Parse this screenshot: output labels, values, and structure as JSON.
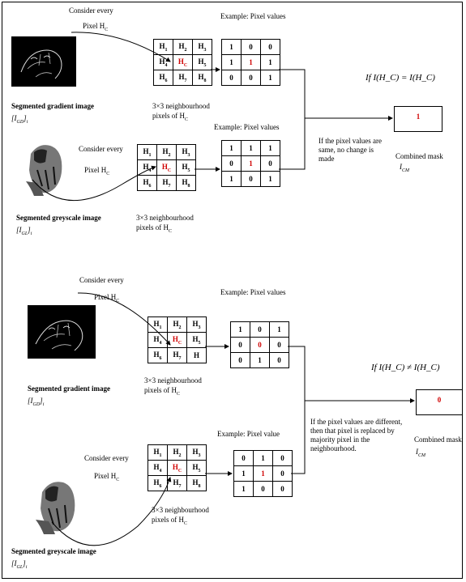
{
  "top": {
    "consider_every": "Consider every",
    "pixel_hc_1": "Pixel H",
    "pixel_hc_1_sub": "C",
    "example_1": "Example: Pixel values",
    "grad_label": "Segmented gradient image",
    "grad_sym": "[I",
    "grad_sub": "GD",
    "grad_tail": "]",
    "grad_tail_sub": "i",
    "neigh_1a": "3×3 neighbourhood",
    "neigh_1b": "pixels of H",
    "neigh_1c": "C",
    "example_2": "Example: Pixel values",
    "consider_every_2": "Consider every",
    "pixel_hc_2": "Pixel H",
    "pixel_hc_2_sub": "C",
    "grey_label": "Segmented greyscale image",
    "grey_sym": "[I",
    "grey_sub": "GL",
    "grey_tail": "]",
    "grey_tail_sub": "i",
    "neigh_2a": "3×3 neighbourhood",
    "neigh_2b": "pixels of H",
    "neigh_2c": "C",
    "rule": "If the pixel values are same, no change is made",
    "condition": "If  I(H_C) = I(H_C)",
    "combined": "Combined mask",
    "combined_sym": "I",
    "combined_sub": "CM",
    "mask_value": "1",
    "grid_a": [
      [
        "H1",
        "H2",
        "H3"
      ],
      [
        "H4",
        "HC",
        "H5"
      ],
      [
        "H6",
        "H7",
        "H8"
      ]
    ],
    "vals_a": [
      [
        "1",
        "0",
        "0"
      ],
      [
        "1",
        "1",
        "1"
      ],
      [
        "0",
        "0",
        "1"
      ]
    ],
    "grid_b": [
      [
        "H1",
        "H2",
        "H3"
      ],
      [
        "H4",
        "HC",
        "H5"
      ],
      [
        "H6",
        "H7",
        "H8"
      ]
    ],
    "vals_b": [
      [
        "1",
        "1",
        "1"
      ],
      [
        "0",
        "1",
        "0"
      ],
      [
        "1",
        "0",
        "1"
      ]
    ]
  },
  "bottom": {
    "consider_every": "Consider every",
    "pixel_hc_1": "Pixel H",
    "pixel_hc_1_sub": "C",
    "example_1": "Example: Pixel values",
    "grad_label": "Segmented gradient image",
    "grad_sym": "[I",
    "grad_sub": "GD",
    "grad_tail": "]",
    "grad_tail_sub": "i",
    "neigh_1a": "3×3 neighbourhood",
    "neigh_1b": "pixels of H",
    "neigh_1c": "C",
    "example_2": "Example: Pixel value",
    "consider_every_2": "Consider every",
    "pixel_hc_2": "Pixel H",
    "pixel_hc_2_sub": "C",
    "grey_label": "Segmented greyscale image",
    "grey_sym": "[I",
    "grey_sub": "GL",
    "grey_tail": "]",
    "grey_tail_sub": "i",
    "neigh_2a": "3×3 neighbourhood",
    "neigh_2b": "pixels of H",
    "neigh_2c": "C",
    "rule": "If the pixel values are different, then that pixel is replaced by majority pixel in the neighbourhood.",
    "condition": "If  I(H_C) ≠ I(H_C)",
    "combined": "Combined mask",
    "combined_sym": "I",
    "combined_sub": "CM",
    "mask_value": "0",
    "grid_a": [
      [
        "H1",
        "H2",
        "H3"
      ],
      [
        "H4",
        "HC",
        "H5"
      ],
      [
        "H6",
        "H7",
        "H"
      ]
    ],
    "vals_a": [
      [
        "1",
        "0",
        "1"
      ],
      [
        "0",
        "0",
        "0"
      ],
      [
        "0",
        "1",
        "0"
      ]
    ],
    "grid_b": [
      [
        "H1",
        "H2",
        "H3"
      ],
      [
        "H4",
        "HC",
        "H5"
      ],
      [
        "H6",
        "H7",
        "H8"
      ]
    ],
    "vals_b": [
      [
        "0",
        "1",
        "0"
      ],
      [
        "1",
        "1",
        "0"
      ],
      [
        "1",
        "0",
        "0"
      ]
    ]
  },
  "colors": {
    "highlight": "#d00000",
    "line": "#000000"
  }
}
